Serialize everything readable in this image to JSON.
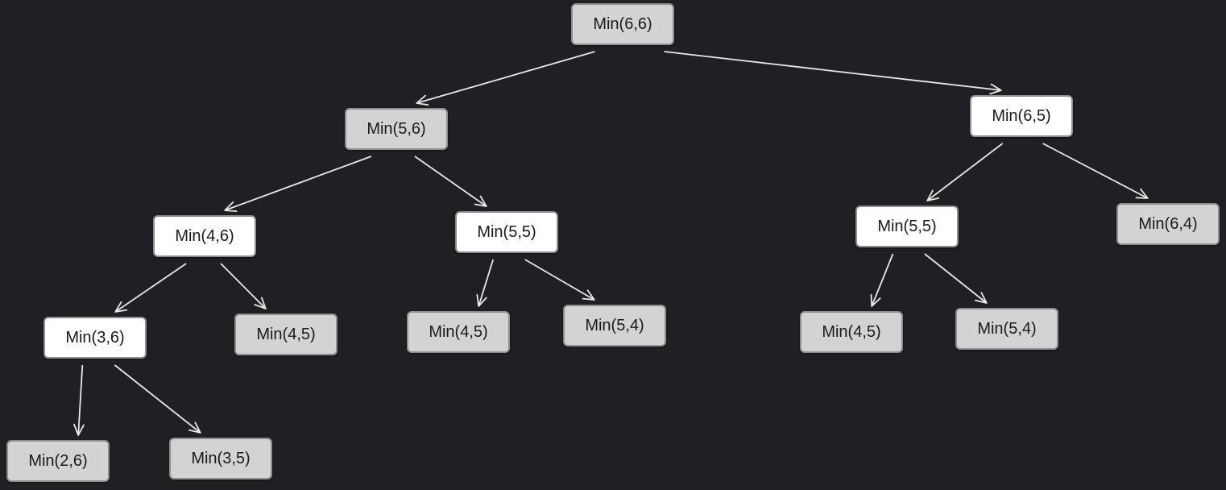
{
  "diagram": {
    "nodes": [
      {
        "id": "n1",
        "label": "Min(6,6)",
        "fill": "gray"
      },
      {
        "id": "n2",
        "label": "Min(5,6)",
        "fill": "gray"
      },
      {
        "id": "n3",
        "label": "Min(6,5)",
        "fill": "white"
      },
      {
        "id": "n4",
        "label": "Min(4,6)",
        "fill": "white"
      },
      {
        "id": "n5",
        "label": "Min(5,5)",
        "fill": "white"
      },
      {
        "id": "n6",
        "label": "Min(5,5)",
        "fill": "white"
      },
      {
        "id": "n7",
        "label": "Min(6,4)",
        "fill": "gray"
      },
      {
        "id": "n8",
        "label": "Min(3,6)",
        "fill": "white"
      },
      {
        "id": "n9",
        "label": "Min(4,5)",
        "fill": "gray"
      },
      {
        "id": "n10",
        "label": "Min(4,5)",
        "fill": "gray"
      },
      {
        "id": "n11",
        "label": "Min(5,4)",
        "fill": "gray"
      },
      {
        "id": "n12",
        "label": "Min(4,5)",
        "fill": "gray"
      },
      {
        "id": "n13",
        "label": "Min(5,4)",
        "fill": "gray"
      },
      {
        "id": "n14",
        "label": "Min(2,6)",
        "fill": "gray"
      },
      {
        "id": "n15",
        "label": "Min(3,5)",
        "fill": "gray"
      }
    ],
    "edges": [
      {
        "from": "n1",
        "to": "n2"
      },
      {
        "from": "n1",
        "to": "n3"
      },
      {
        "from": "n2",
        "to": "n4"
      },
      {
        "from": "n2",
        "to": "n5"
      },
      {
        "from": "n3",
        "to": "n6"
      },
      {
        "from": "n3",
        "to": "n7"
      },
      {
        "from": "n4",
        "to": "n8"
      },
      {
        "from": "n4",
        "to": "n9"
      },
      {
        "from": "n5",
        "to": "n10"
      },
      {
        "from": "n5",
        "to": "n11"
      },
      {
        "from": "n6",
        "to": "n12"
      },
      {
        "from": "n6",
        "to": "n13"
      },
      {
        "from": "n8",
        "to": "n14"
      },
      {
        "from": "n8",
        "to": "n15"
      }
    ],
    "colors": {
      "background": "#1e2023",
      "gray_fill": "#d3d3d3",
      "white_fill": "#ffffff",
      "border": "#8e8e8e",
      "edge": "#e8e8e8",
      "text": "#1a1a1a"
    }
  }
}
